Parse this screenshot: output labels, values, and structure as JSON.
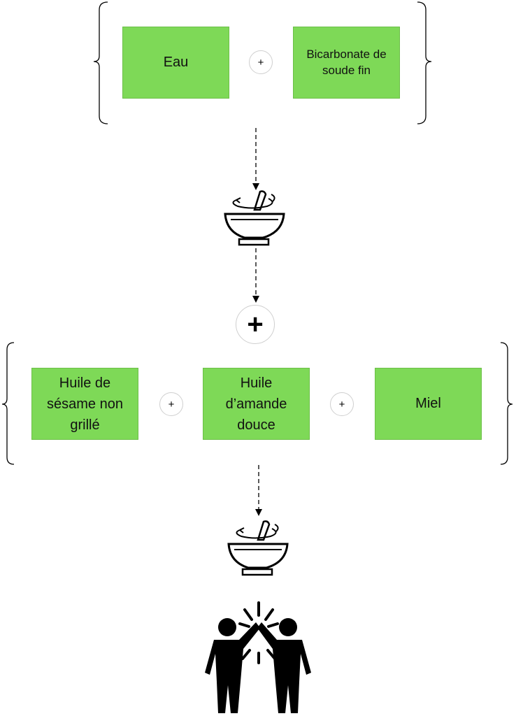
{
  "group1": {
    "boxes": [
      {
        "label": "Eau"
      },
      {
        "label": "Bicarbonate de soude fin"
      }
    ],
    "operator": "+"
  },
  "step_join_operator": "+",
  "group2": {
    "boxes": [
      {
        "label": "Huile de sésame non grillé"
      },
      {
        "label": "Huile d’amande douce"
      },
      {
        "label": "Miel"
      }
    ],
    "operators": [
      "+",
      "+"
    ]
  },
  "icons": [
    "bracket-icon",
    "arrow-down-icon",
    "mixing-bowl-icon",
    "high-five-icon"
  ],
  "colors": {
    "box_fill": "#7ED957",
    "box_border": "#6cbf48",
    "stroke": "#000000"
  }
}
